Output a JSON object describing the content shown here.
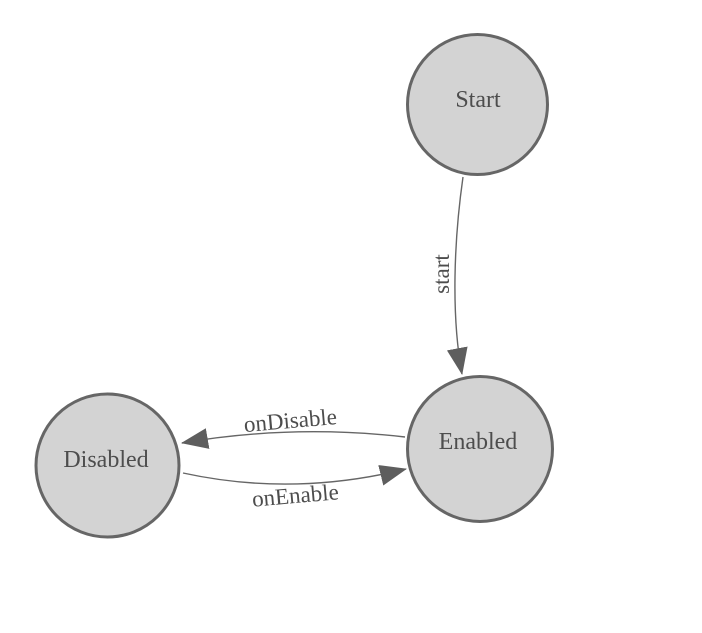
{
  "colors": {
    "background": "#ffffff",
    "node_fill": "#d3d3d3",
    "node_stroke": "#666666",
    "edge_color": "#666666",
    "arrow_fill": "#5e5e5e",
    "label_color": "#4d4d4d"
  },
  "states": {
    "start": {
      "label": "Start"
    },
    "enabled": {
      "label": "Enabled"
    },
    "disabled": {
      "label": "Disabled"
    }
  },
  "transitions": {
    "start_to_enabled": {
      "from": "Start",
      "to": "Enabled",
      "label": "start"
    },
    "enabled_to_disabled": {
      "from": "Enabled",
      "to": "Disabled",
      "label": "onDisable"
    },
    "disabled_to_enabled": {
      "from": "Disabled",
      "to": "Enabled",
      "label": "onEnable"
    }
  }
}
